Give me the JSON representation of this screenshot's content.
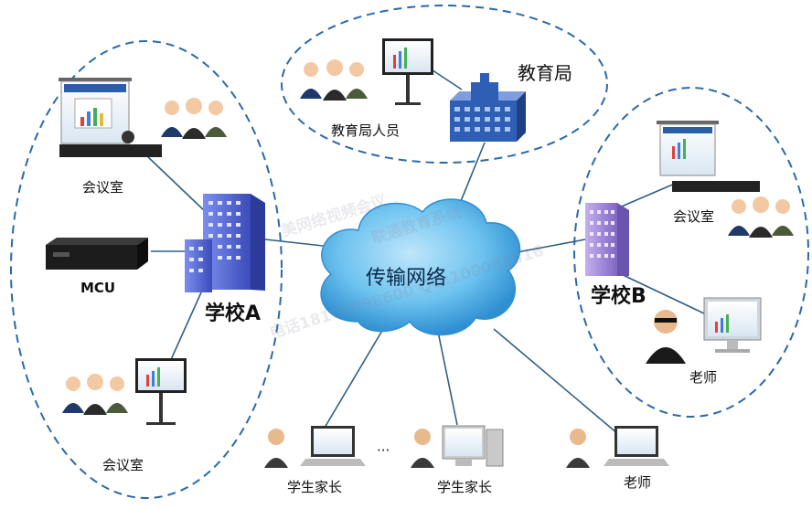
{
  "labels": {
    "edu_bureau": "教育局",
    "edu_staff": "教育局人员",
    "network": "传输网络",
    "school_a": "学校A",
    "school_b": "学校B",
    "meeting_room_a_top": "会议室",
    "meeting_room_a_bottom": "会议室",
    "meeting_room_b": "会议室",
    "mcu": "MCU",
    "teacher_b": "老师",
    "parent_1": "学生家长",
    "ellipsis": "···",
    "parent_2": "学生家长",
    "teacher_bottom": "老师"
  },
  "watermark": {
    "line1": "美网络视频会议",
    "line2": "联通教育系统",
    "line3": "电话18100098600 QQ:100081816"
  },
  "colors": {
    "link": "#2f5f86",
    "dashed": "#2a69a8",
    "building": "#5d6fd6",
    "building_b": "#a58cd6",
    "cloud": "#56b5ea"
  }
}
